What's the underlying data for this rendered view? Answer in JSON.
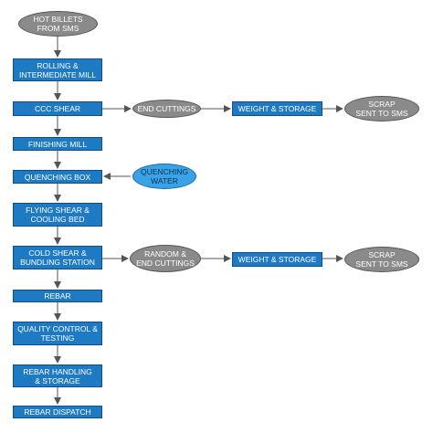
{
  "colors": {
    "box_fill": "#1f7ac4",
    "grey_fill": "#8a8a8a",
    "water_fill": "#3aa2e6",
    "arrow": "#555555"
  },
  "nodes": {
    "hot_billets": "HOT BILLETS\nFROM SMS",
    "rolling": "ROLLING &\nINTERMEDIATE MILL",
    "ccc_shear": "CCC SHEAR",
    "end_cuttings": "END CUTTINGS",
    "weight_storage_1": "WEIGHT & STORAGE",
    "scrap_1": "SCRAP\nSENT TO SMS",
    "finishing_mill": "FINISHING MILL",
    "quenching_box": "QUENCHING BOX",
    "quenching_water": "QUENCHING\nWATER",
    "flying_shear": "FLYING SHEAR &\nCOOLING BED",
    "cold_shear": "COLD SHEAR &\nBUNDLING STATION",
    "random_end_cuttings": "RANDOM &\nEND CUTTINGS",
    "weight_storage_2": "WEIGHT & STORAGE",
    "scrap_2": "SCRAP\nSENT TO SMS",
    "rebar": "REBAR",
    "quality_control": "QUALITY CONTROL &\nTESTING",
    "rebar_handling": "REBAR HANDLING\n& STORAGE",
    "rebar_dispatch": "REBAR DISPATCH"
  }
}
